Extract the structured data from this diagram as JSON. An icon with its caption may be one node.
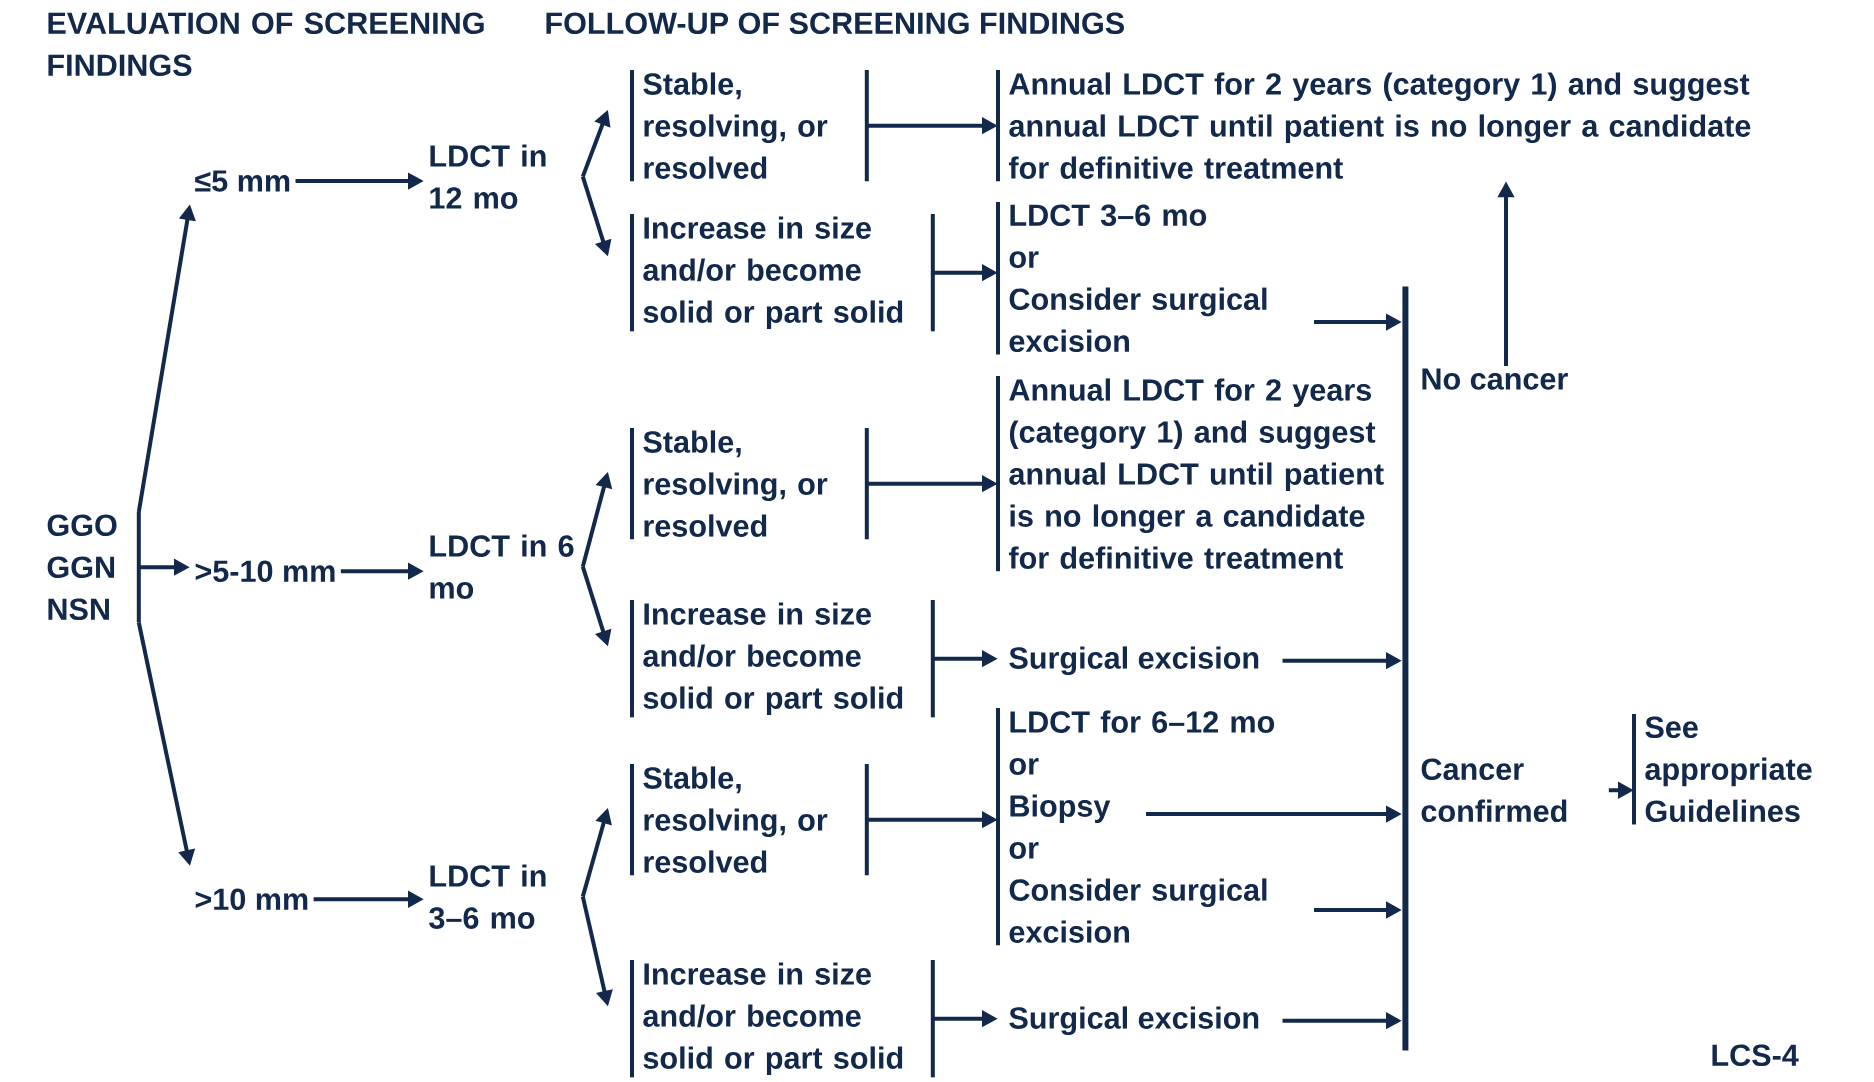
{
  "diagram": {
    "nodes": [
      {
        "text": [
          "GGO GGN NSN"
        ]
      },
      {
        "text": [
          "≤5 mm"
        ]
      },
      {
        "text": [
          "LDCT in 12 mo"
        ]
      },
      {
        "text": [
          "Stable, resolving, or resolved"
        ]
      },
      {
        "text": [
          "Increase in size and/or become solid or part solid"
        ]
      },
      {
        "text": [
          "Annual LDCT for 2 years (category 1) and suggest annual LDCT until patient is no longer a candidate for definitive treatment"
        ]
      },
      {
        "text": [
          "LDCT 3–6 mo",
          "or",
          "Consider surgical excision"
        ]
      },
      {
        "text": [
          ">5-10 mm"
        ]
      },
      {
        "text": [
          "LDCT in 6 mo"
        ]
      },
      {
        "text": [
          "Stable, resolving, or resolved"
        ]
      },
      {
        "text": [
          "Increase in size and/or become solid or part solid"
        ]
      },
      {
        "text": [
          "Annual LDCT for 2 years (category 1) and suggest annual LDCT until patient is no longer a candidate for definitive treatment"
        ]
      },
      {
        "text": [
          "Surgical excision"
        ]
      },
      {
        "text": [
          ">10 mm"
        ]
      },
      {
        "text": [
          "LDCT in 3–6 mo"
        ]
      },
      {
        "text": [
          "Stable, resolving, or resolved"
        ]
      },
      {
        "text": [
          "Increase in size and/or become solid or part solid"
        ]
      },
      {
        "text": [
          "LDCT for 6–12 mo",
          "or",
          "Biopsy",
          "or",
          "Consider surgical excision"
        ]
      },
      {
        "text": [
          "Surgical excision"
        ]
      },
      {
        "text": [],
        "shape": "bar"
      },
      {
        "text": [
          "No cancer"
        ]
      },
      {
        "text": [
          "Cancer confirmed"
        ]
      },
      {
        "text": [
          "See appropriate Guidelines"
        ]
      }
    ],
    "edges": [
      {
        "from": 0,
        "to": 1,
        "arrow": "to"
      },
      {
        "from": 0,
        "to": 7,
        "arrow": "to"
      },
      {
        "from": 0,
        "to": 13,
        "arrow": "to"
      },
      {
        "from": 1,
        "to": 2,
        "arrow": "to"
      },
      {
        "from": 2,
        "to": 3,
        "arrow": "to"
      },
      {
        "from": 2,
        "to": 4,
        "arrow": "to"
      },
      {
        "from": 3,
        "to": 5,
        "arrow": "to"
      },
      {
        "from": 4,
        "to": 6,
        "arrow": "to"
      },
      {
        "from": 6,
        "to": 19,
        "arrow": "to"
      },
      {
        "from": 7,
        "to": 8,
        "arrow": "to"
      },
      {
        "from": 8,
        "to": 9,
        "arrow": "to"
      },
      {
        "from": 8,
        "to": 10,
        "arrow": "to"
      },
      {
        "from": 9,
        "to": 11,
        "arrow": "to"
      },
      {
        "from": 10,
        "to": 12,
        "arrow": "to"
      },
      {
        "from": 12,
        "to": 19,
        "arrow": "to"
      },
      {
        "from": 13,
        "to": 14,
        "arrow": "to"
      },
      {
        "from": 14,
        "to": 15,
        "arrow": "to"
      },
      {
        "from": 14,
        "to": 16,
        "arrow": "to"
      },
      {
        "from": 15,
        "to": 17,
        "arrow": "to"
      },
      {
        "from": 16,
        "to": 18,
        "arrow": "to"
      },
      {
        "from": 17,
        "to": 19,
        "arrow": "to"
      },
      {
        "from": 17,
        "to": 19,
        "arrow": "to"
      },
      {
        "from": 18,
        "to": 19,
        "arrow": "to"
      },
      {
        "from": 20,
        "to": 5,
        "arrow": "to"
      },
      {
        "from": 21,
        "to": 22,
        "arrow": "to"
      }
    ],
    "labels": [
      "EVALUATION OF SCREENING FINDINGS",
      "FOLLOW-UP OF SCREENING FINDINGS",
      "LCS-4"
    ]
  }
}
